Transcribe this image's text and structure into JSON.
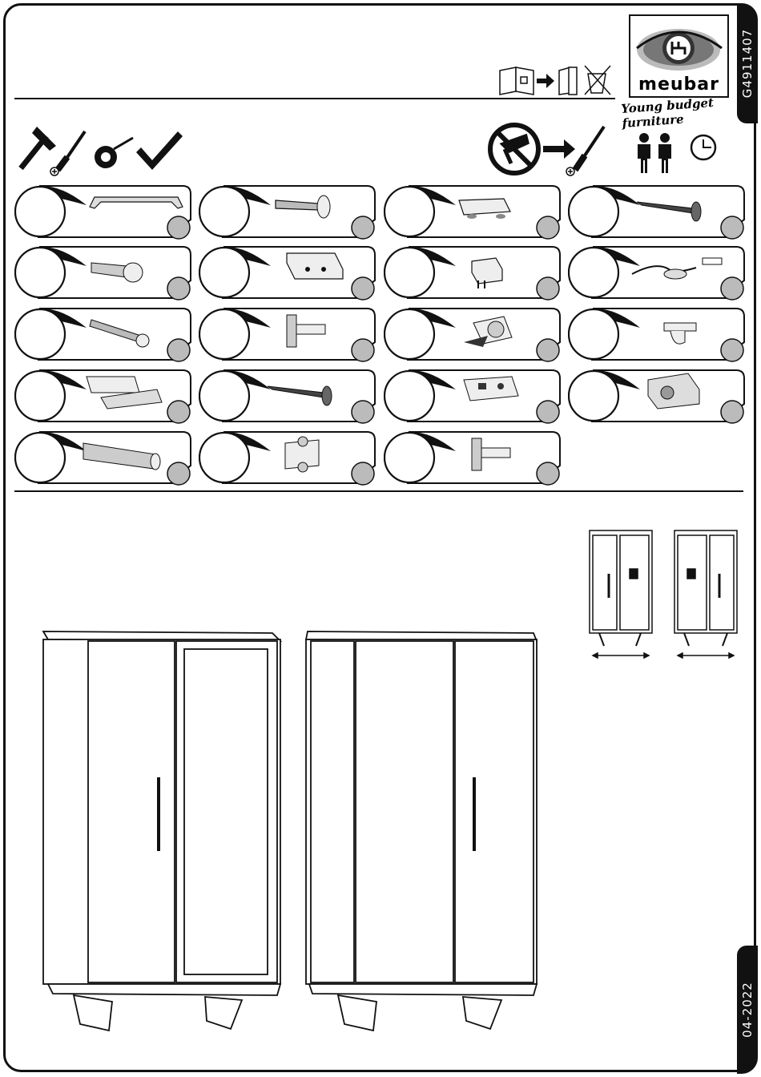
{
  "doc": {
    "code": "G4911407",
    "date": "04-2022",
    "brand": "meubar",
    "tagline": "Young budget furniture",
    "logo_mark": "rb"
  },
  "icons": {
    "instruction_doc": "booklet-to-folder-icon",
    "no_disposal": "crossed-bin-icon",
    "tools": [
      "hammer-icon",
      "screwdriver-icon",
      "tape-measure-icon",
      "square-ruler-icon"
    ],
    "no_power_tools": "no-power-drill-icon",
    "manual_screwdriver": "screwdriver-icon",
    "persons": "two-persons-icon",
    "time": "clock-icon"
  },
  "parts": [
    {
      "row": 0,
      "col": 0,
      "kind": "handle"
    },
    {
      "row": 0,
      "col": 1,
      "kind": "bolt"
    },
    {
      "row": 0,
      "col": 2,
      "kind": "glide"
    },
    {
      "row": 0,
      "col": 3,
      "kind": "screw"
    },
    {
      "row": 1,
      "col": 0,
      "kind": "anchor"
    },
    {
      "row": 1,
      "col": 1,
      "kind": "bracket"
    },
    {
      "row": 1,
      "col": 2,
      "kind": "power-adapter"
    },
    {
      "row": 1,
      "col": 3,
      "kind": "led-light"
    },
    {
      "row": 2,
      "col": 0,
      "kind": "dowel-screw"
    },
    {
      "row": 2,
      "col": 1,
      "kind": "hinge"
    },
    {
      "row": 2,
      "col": 2,
      "kind": "cam-lock"
    },
    {
      "row": 2,
      "col": 3,
      "kind": "shelf-support"
    },
    {
      "row": 3,
      "col": 0,
      "kind": "push-latch"
    },
    {
      "row": 3,
      "col": 1,
      "kind": "screw"
    },
    {
      "row": 3,
      "col": 2,
      "kind": "connector-block"
    },
    {
      "row": 3,
      "col": 3,
      "kind": "cam-housing"
    },
    {
      "row": 4,
      "col": 0,
      "kind": "wood-dowel"
    },
    {
      "row": 4,
      "col": 1,
      "kind": "hinge-plate"
    },
    {
      "row": 4,
      "col": 2,
      "kind": "hinge"
    }
  ]
}
